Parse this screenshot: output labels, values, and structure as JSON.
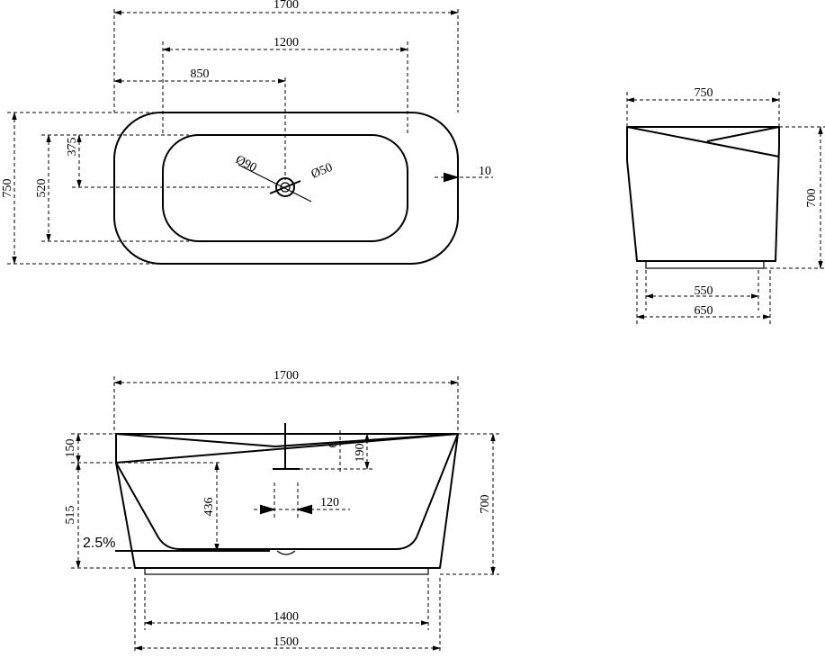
{
  "top_view": {
    "overall_length": "1700",
    "inner_length": "1200",
    "drain_offset": "850",
    "overall_width": "750",
    "inner_width": "520",
    "drain_from_inner_edge": "375",
    "overflow_diameter": "Ø90",
    "drain_diameter": "Ø50",
    "rim_gap": "10"
  },
  "end_view": {
    "top_width": "750",
    "height": "700",
    "base_inner": "550",
    "base_outer": "650"
  },
  "side_view": {
    "overall_length": "1700",
    "rim_height": "150",
    "basin_depth": "515",
    "drain_depth": "436",
    "overall_height": "700",
    "slope": "2.5%",
    "faucet_offset": "6",
    "faucet_height": "190",
    "spout_reach": "120",
    "base_inner": "1400",
    "base_outer": "1500"
  }
}
